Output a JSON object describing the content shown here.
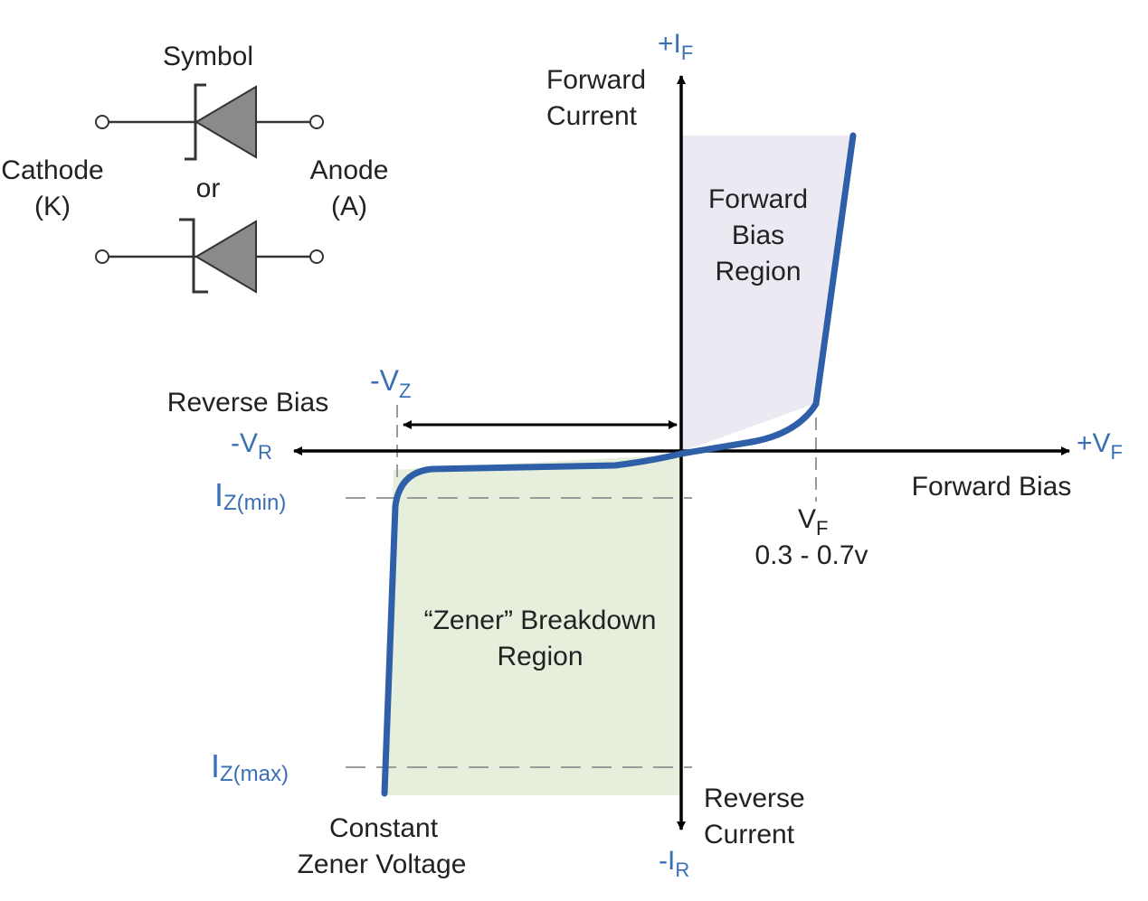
{
  "symbol": {
    "title": "Symbol",
    "cathode_line1": "Cathode",
    "cathode_line2": "(K)",
    "anode_line1": "Anode",
    "anode_line2": "(A)",
    "or_text": "or"
  },
  "axes": {
    "plus_if_main": "+I",
    "plus_if_sub": "F",
    "minus_ir_main": "-I",
    "minus_ir_sub": "R",
    "plus_vf_main": "+V",
    "plus_vf_sub": "F",
    "minus_vr_main": "-V",
    "minus_vr_sub": "R",
    "forward_current_line1": "Forward",
    "forward_current_line2": "Current",
    "reverse_current_line1": "Reverse",
    "reverse_current_line2": "Current",
    "forward_bias": "Forward Bias",
    "reverse_bias": "Reverse Bias"
  },
  "regions": {
    "forward_line1": "Forward",
    "forward_line2": "Bias",
    "forward_line3": "Region",
    "zener_line1": "“Zener” Breakdown",
    "zener_line2": "Region"
  },
  "markers": {
    "vz_main": "-V",
    "vz_sub": "Z",
    "izmin_main": "I",
    "izmin_sub": "Z(min)",
    "izmax_main": "I",
    "izmax_sub": "Z(max)",
    "vf_main": "V",
    "vf_sub": "F",
    "vf_range": "0.3 - 0.7v",
    "constant_line1": "Constant",
    "constant_line2": "Zener Voltage"
  },
  "colors": {
    "curve": "#2e5fa8",
    "label_blue": "#3a6fb3",
    "forward_region_fill": "#ece9f3",
    "zener_region_fill": "#e6efdc",
    "diode_fill": "#8a8a8a"
  }
}
